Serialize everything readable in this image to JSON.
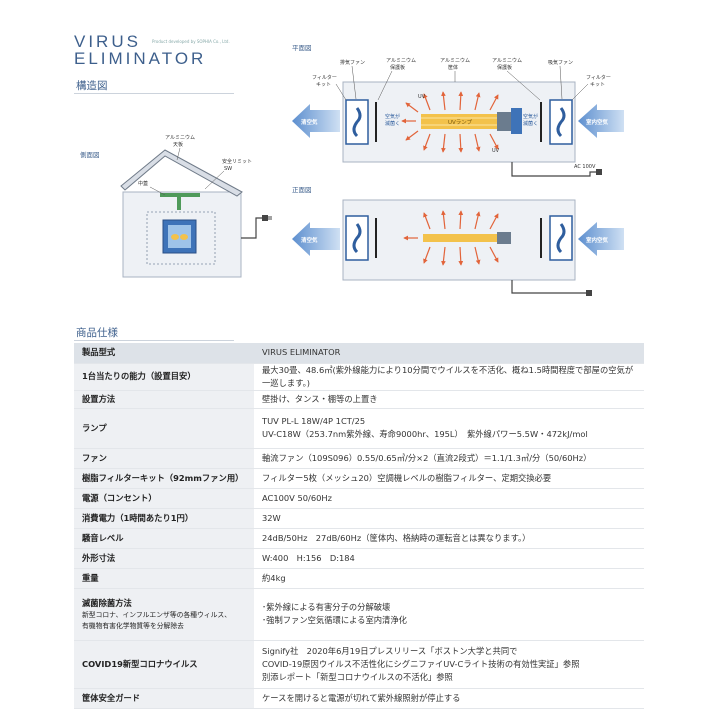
{
  "header": {
    "logo_line1": "VIRUS",
    "logo_line2": "ELIMINATOR",
    "logo_tagline": "Product developed by SOPHIA Co., Ltd."
  },
  "structure": {
    "title": "構造図",
    "side_view": {
      "label": "側面図",
      "aluminum_top": "アルミニウム\n天板",
      "safety_switch": "安全リミット\nSW",
      "middle_cover": "中蓋"
    },
    "plan_view": {
      "label": "平面図",
      "exhaust_fan": "排気ファン",
      "al_protect_left": "アルミニウム\n保護板",
      "al_housing": "アルミニウム\n筐体",
      "al_protect_right": "アルミニウム\n保護板",
      "intake_fan": "吸気ファン",
      "filter_kit_left": "フィルター\nキット",
      "filter_kit_right": "フィルター\nキット",
      "clean_air": "清空気",
      "room_air": "室内空気",
      "sterilize": "空気が\n滅菌く",
      "sterilize_right": "空気が\n滅菌く",
      "uv_top": "UV",
      "uv_bottom": "UV",
      "uv_lamp": "UVランプ",
      "power": "AC 100V"
    },
    "front_view": {
      "label": "正面図",
      "clean_air": "清空気",
      "room_air": "室内空気"
    }
  },
  "spec": {
    "title": "商品仕様",
    "rows": [
      {
        "label": "製品型式",
        "value": "VIRUS ELIMINATOR"
      },
      {
        "label": "1台当たりの能力（設置目安）",
        "value": "最大30畳、48.6㎡(紫外線能力により10分間でウイルスを不活化、概ね1.5時間程度で部屋の空気が一巡します。)"
      },
      {
        "label": "設置方法",
        "value": "壁掛け、タンス・棚等の上置き"
      },
      {
        "label": "ランプ",
        "value": "TUV PL-L 18W/4P 1CT/25\nUV-C18W（253.7nm紫外線、寿命9000hr、195L）　紫外線パワー5.5W・472kJ/mol"
      },
      {
        "label": "ファン",
        "value": "軸流ファン（109S096）0.55/0.65㎥/分×2（直流2段式）＝1.1/1.3㎥/分（50/60Hz）"
      },
      {
        "label": "樹脂フィルターキット（92mmファン用）",
        "value": "フィルター5枚（メッシュ20）空調機レベルの樹脂フィルター、定期交換必要"
      },
      {
        "label": "電源（コンセント）",
        "value": "AC100V 50/60Hz"
      },
      {
        "label": "消費電力（1時間あたり1円）",
        "value": "32W"
      },
      {
        "label": "騒音レベル",
        "value": "24dB/50Hz　27dB/60Hz（筐体内、格納時の運転音とは異なります。）"
      },
      {
        "label": "外形寸法",
        "value": "W:400　H:156　D:184"
      },
      {
        "label": "重量",
        "value": "約4kg"
      },
      {
        "label": "滅菌除菌方法",
        "sublabel": "新型コロナ、インフルエンザ等の各種ウィルス、\n有機物有害化学物質等を分解除去",
        "value": "･紫外線による有害分子の分解破壊\n･強制ファン空気循環による室内清浄化"
      },
      {
        "label": "COVID19新型コロナウイルス",
        "value": "Signify社　2020年6月19日プレスリリース「ボストン大学と共同で\nCOVID-19原因ウイルス不活性化にシグニファイUV-Cライト技術の有効性実証」参照\n別添レポート「新型コロナウイルスの不活化」参照"
      },
      {
        "label": "筐体安全ガード",
        "value": "ケースを開けると電源が切れて紫外線照射が停止する"
      }
    ]
  },
  "colors": {
    "accent": "#3d5f8c",
    "arrow": "#e2643a",
    "lamp": "#f3c24b",
    "housing": "#eef1f5",
    "fan_blue": "#2f5e9e"
  }
}
